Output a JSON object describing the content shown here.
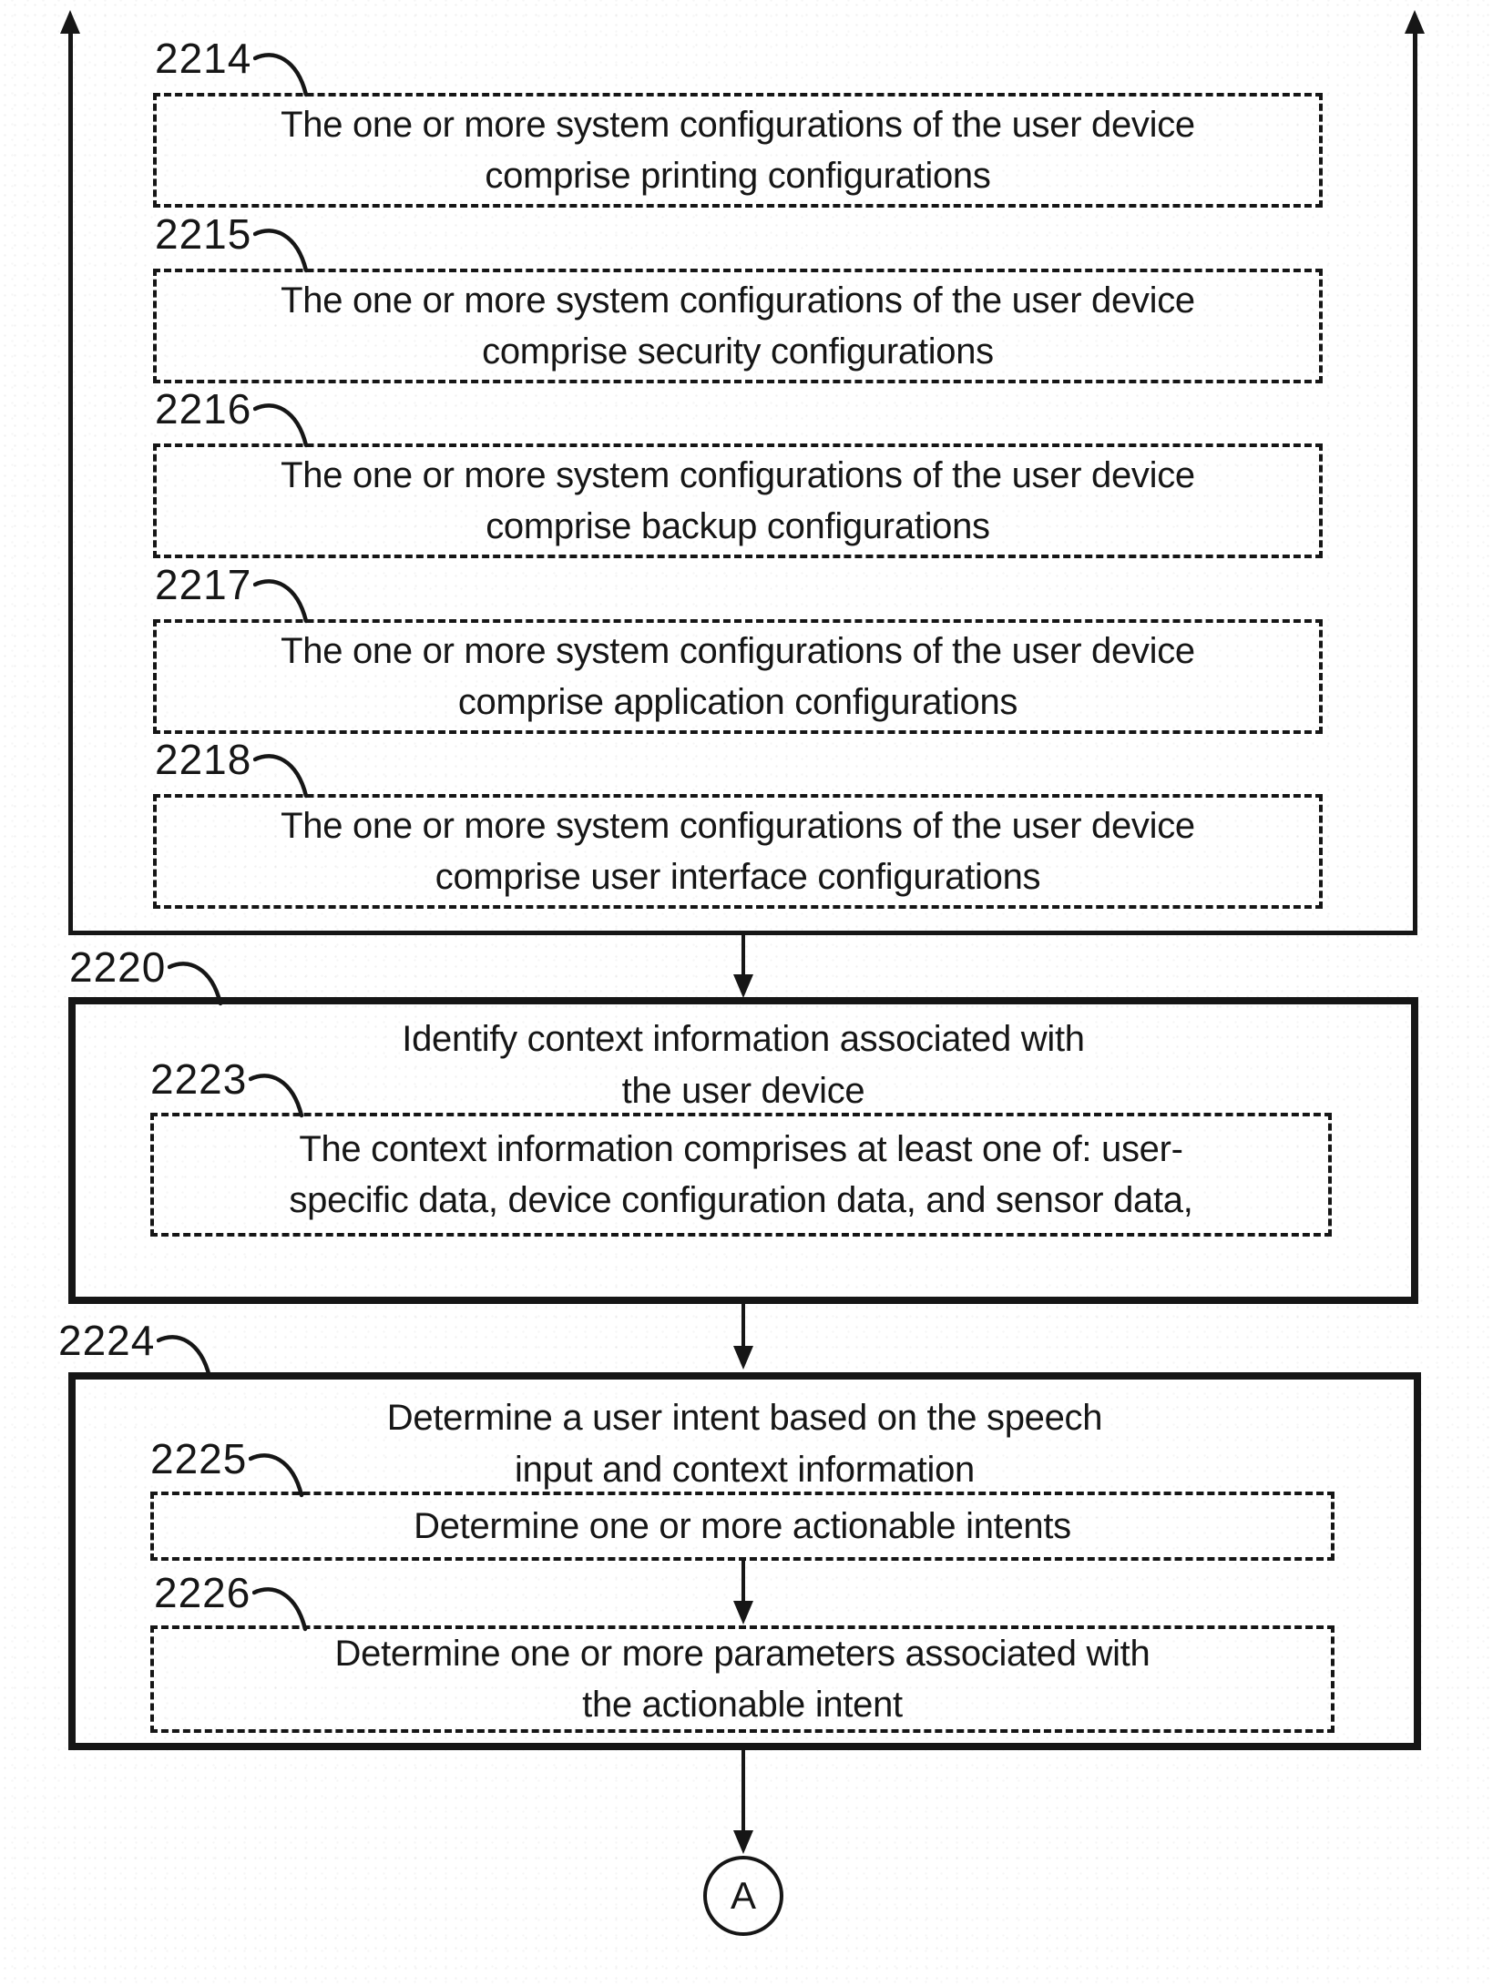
{
  "palette": {
    "ink": "#161616",
    "paper": "#ffffff"
  },
  "flowchart": {
    "group": {
      "steps": [
        {
          "ref": "2214",
          "lines": [
            "The one or more system configurations of the user device",
            "comprise printing configurations"
          ]
        },
        {
          "ref": "2215",
          "lines": [
            "The one or more system configurations of the user device",
            "comprise security configurations"
          ]
        },
        {
          "ref": "2216",
          "lines": [
            "The one or more system configurations of the user device",
            "comprise backup configurations"
          ]
        },
        {
          "ref": "2217",
          "lines": [
            "The one or more system configurations of the user device",
            "comprise application configurations"
          ]
        },
        {
          "ref": "2218",
          "lines": [
            "The one or more system configurations of the user device",
            "comprise user interface configurations"
          ]
        }
      ]
    },
    "identify": {
      "ref": "2220",
      "lines": [
        "Identify context information associated with",
        "the user device"
      ],
      "sub": {
        "ref": "2223",
        "lines": [
          "The context information comprises at least one of: user-",
          "specific data, device configuration data, and sensor data,"
        ]
      }
    },
    "determine": {
      "ref": "2224",
      "lines": [
        "Determine a user intent based on the speech",
        "input and context information"
      ],
      "sub1": {
        "ref": "2225",
        "lines": [
          "Determine one or more actionable intents"
        ]
      },
      "sub2": {
        "ref": "2226",
        "lines": [
          "Determine one or more parameters associated with",
          "the actionable intent"
        ]
      }
    },
    "connector": {
      "label": "A"
    }
  }
}
